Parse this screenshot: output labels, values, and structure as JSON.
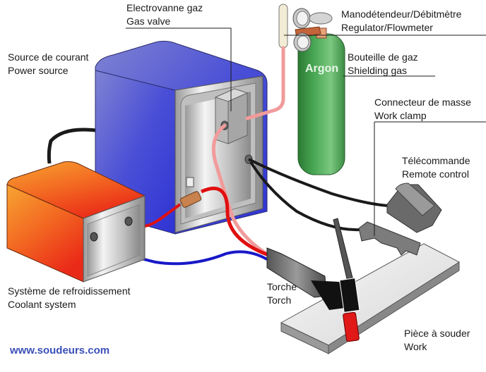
{
  "title": "TIG welding installation diagram",
  "labels": {
    "gas_valve": {
      "fr": "Electrovanne gaz",
      "en": "Gas valve"
    },
    "regulator": {
      "fr": "Manodétendeur/Débitmètre",
      "en": "Regulator/Flowmeter"
    },
    "power_source": {
      "fr": "Source de courant",
      "en": "Power source"
    },
    "gas_cylinder": {
      "fr": "Bouteille de gaz",
      "en": "Shielding gas"
    },
    "work_clamp": {
      "fr": "Connecteur de masse",
      "en": "Work clamp"
    },
    "remote": {
      "fr": "Télécommande",
      "en": "Remote control"
    },
    "coolant": {
      "fr": "Système de refroidissement",
      "en": "Coolant system"
    },
    "torch": {
      "fr": "Torche",
      "en": "Torch"
    },
    "work": {
      "fr": "Pièce à souder",
      "en": "Work"
    }
  },
  "cylinder_text": "Argon",
  "website": "www.soudeurs.com",
  "colors": {
    "power_source": "#3b3fd8",
    "coolant": "#f25a1f",
    "cylinder": "#3f9a48",
    "gas_hose": "#f19b9b",
    "power_cable": "#e01010",
    "coolant_hose": "#1818c8",
    "black_cable": "#1a1a1a",
    "website": "#3b4fb8"
  }
}
